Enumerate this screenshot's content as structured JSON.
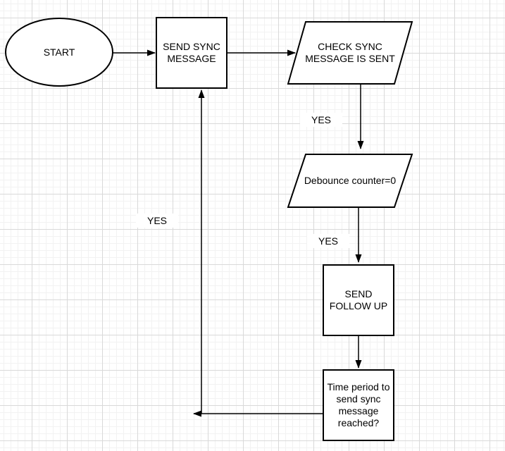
{
  "diagram": {
    "type": "flowchart",
    "background": "grid",
    "nodes": [
      {
        "id": "start",
        "shape": "ellipse",
        "label": "START"
      },
      {
        "id": "send-sync-message",
        "shape": "rectangle",
        "label": "SEND SYNC\nMESSAGE"
      },
      {
        "id": "check-sync-message-sent",
        "shape": "parallelogram",
        "label": "CHECK SYNC\nMESSAGE IS SENT"
      },
      {
        "id": "debounce-counter",
        "shape": "parallelogram",
        "label": "Debounce counter=0"
      },
      {
        "id": "send-follow-up",
        "shape": "rectangle",
        "label": "SEND\nFOLLOW UP"
      },
      {
        "id": "time-period-reached",
        "shape": "rectangle",
        "label": "Time period to\nsend sync\nmessage\nreached?"
      }
    ],
    "edges": [
      {
        "from": "start",
        "to": "send-sync-message",
        "label": ""
      },
      {
        "from": "send-sync-message",
        "to": "check-sync-message-sent",
        "label": ""
      },
      {
        "from": "check-sync-message-sent",
        "to": "debounce-counter",
        "label": "YES"
      },
      {
        "from": "debounce-counter",
        "to": "send-follow-up",
        "label": "YES"
      },
      {
        "from": "send-follow-up",
        "to": "time-period-reached",
        "label": ""
      },
      {
        "from": "time-period-reached",
        "to": "send-sync-message",
        "label": "YES"
      }
    ],
    "colors": {
      "shape_stroke": "#000000",
      "shape_fill": "#ffffff",
      "text": "#000000",
      "grid_minor": "#f2f2f2",
      "grid_major": "#d9d9d9",
      "background": "#ffffff"
    }
  }
}
